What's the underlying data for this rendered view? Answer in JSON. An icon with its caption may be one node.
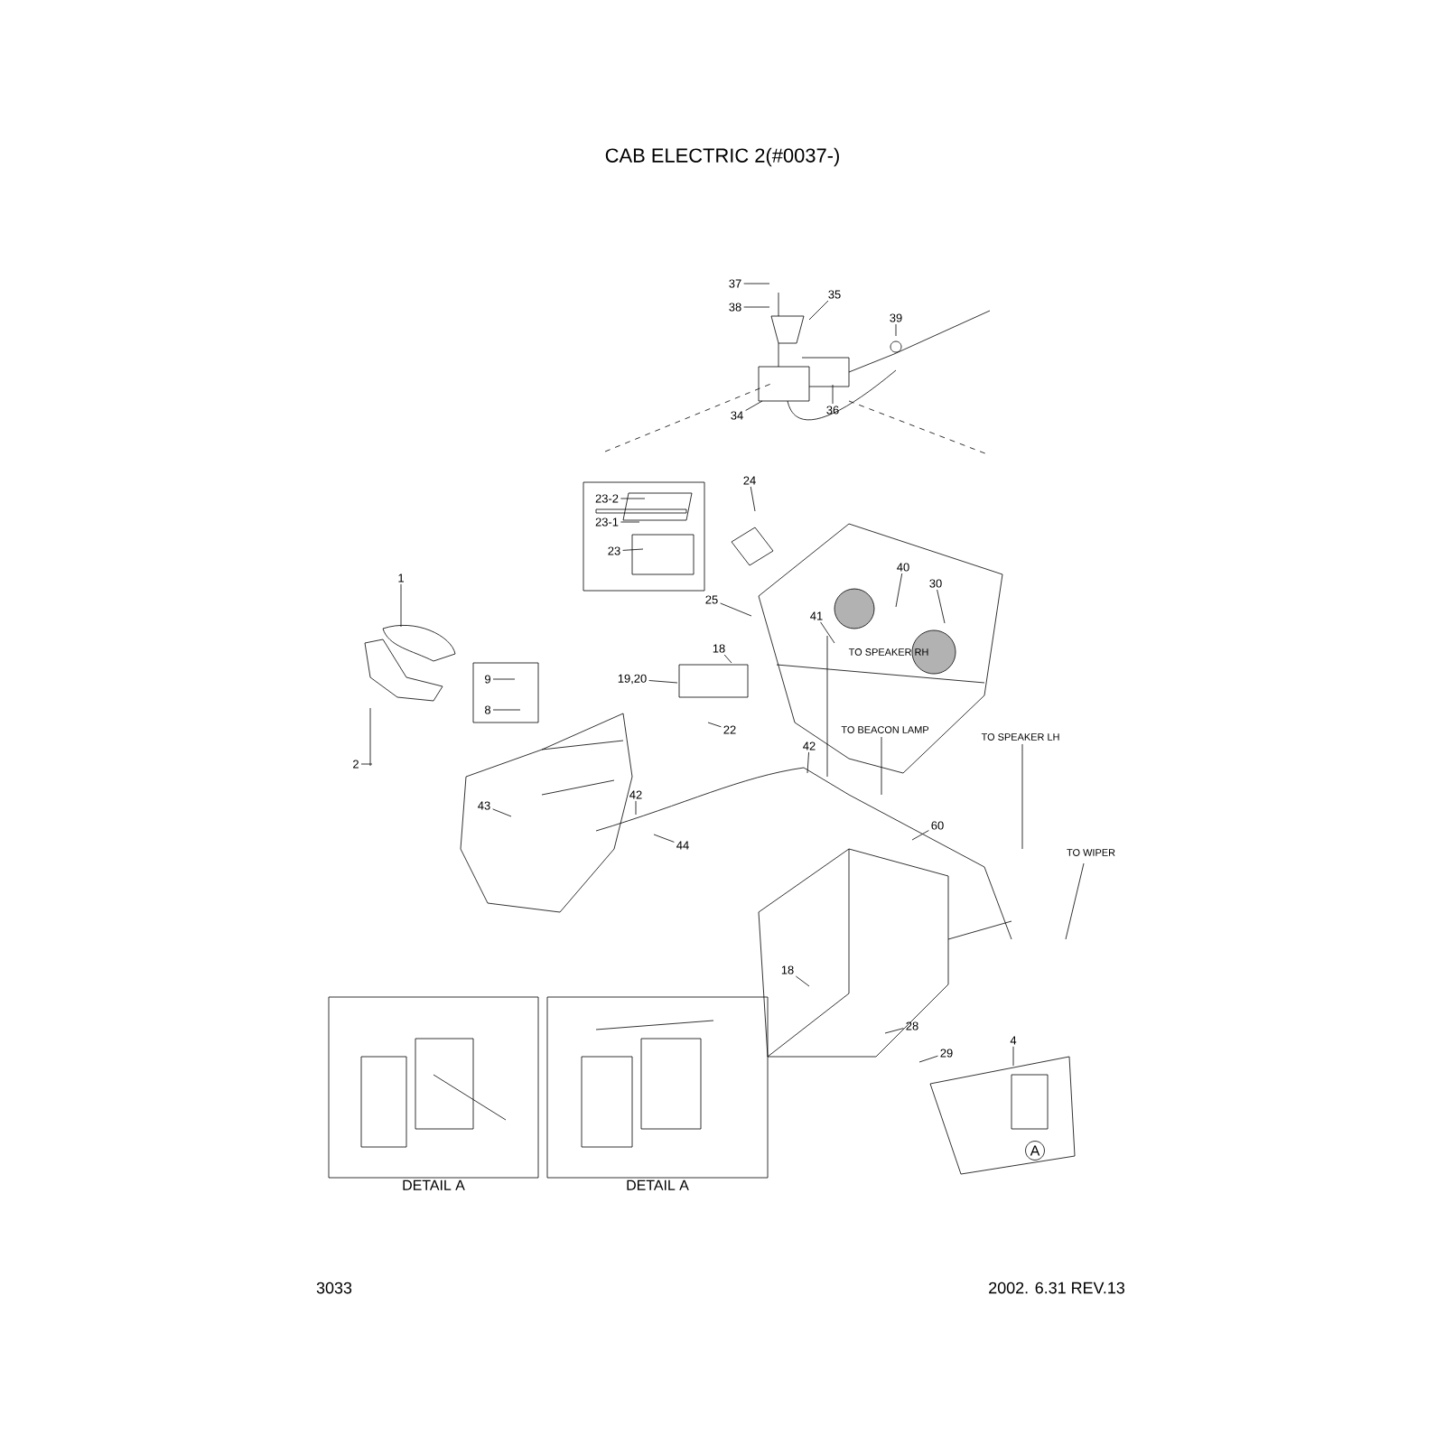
{
  "diagram": {
    "title": "CAB ELECTRIC 2(#0037-)",
    "nodes": [
      {
        "text": [],
        "shape": "box"
      },
      {
        "text": [
          "23-2"
        ],
        "in": 0
      },
      {
        "text": [
          "23-1"
        ],
        "in": 0
      },
      {
        "text": [
          "23"
        ],
        "in": 0
      },
      {
        "text": [
          "37"
        ]
      },
      {
        "text": [
          "38"
        ]
      },
      {
        "text": [
          "35"
        ]
      },
      {
        "text": [
          "39"
        ]
      },
      {
        "text": [
          "34"
        ]
      },
      {
        "text": [
          "36"
        ]
      },
      {
        "text": [
          "24"
        ]
      },
      {
        "text": [
          "40"
        ]
      },
      {
        "text": [
          "30"
        ]
      },
      {
        "text": [
          "1"
        ]
      },
      {
        "text": [
          "2"
        ]
      },
      {
        "text": [
          "9"
        ]
      },
      {
        "text": [
          "8"
        ]
      },
      {
        "text": [
          "19,20"
        ]
      },
      {
        "text": [
          "25"
        ]
      },
      {
        "text": [
          "18"
        ]
      },
      {
        "text": [
          "41"
        ]
      },
      {
        "text": [
          "22"
        ]
      },
      {
        "text": [
          "42"
        ]
      },
      {
        "text": [
          "42"
        ]
      },
      {
        "text": [
          "43"
        ]
      },
      {
        "text": [
          "44"
        ]
      },
      {
        "text": [
          "60"
        ]
      },
      {
        "text": [
          "18"
        ]
      },
      {
        "text": [
          "28"
        ]
      },
      {
        "text": [
          "29"
        ]
      },
      {
        "text": [
          "4"
        ]
      },
      {
        "text": [
          "A"
        ]
      },
      {
        "text": [
          "DETAIL A"
        ]
      },
      {
        "text": [
          "DETAIL A"
        ]
      }
    ],
    "edges": [
      {
        "from": 1,
        "to": null,
        "arrow": "none"
      },
      {
        "from": 2,
        "to": null,
        "arrow": "none"
      },
      {
        "from": 3,
        "to": null,
        "arrow": "none"
      },
      {
        "from": 4,
        "to": null,
        "arrow": "none"
      },
      {
        "from": 5,
        "to": null,
        "arrow": "none"
      },
      {
        "from": 6,
        "to": null,
        "arrow": "none"
      },
      {
        "from": 7,
        "to": null,
        "arrow": "none"
      },
      {
        "from": 8,
        "to": null,
        "arrow": "none"
      },
      {
        "from": 9,
        "to": null,
        "arrow": "none"
      },
      {
        "from": 10,
        "to": null,
        "arrow": "none"
      },
      {
        "from": 11,
        "to": null,
        "arrow": "none"
      },
      {
        "from": 12,
        "to": null,
        "arrow": "none"
      },
      {
        "from": 13,
        "to": null,
        "arrow": "none"
      },
      {
        "from": 14,
        "to": null,
        "arrow": "none"
      },
      {
        "from": 15,
        "to": null,
        "arrow": "none"
      },
      {
        "from": 16,
        "to": null,
        "arrow": "none"
      },
      {
        "from": 17,
        "to": null,
        "arrow": "none"
      },
      {
        "from": 18,
        "to": null,
        "arrow": "none"
      },
      {
        "from": 19,
        "to": null,
        "arrow": "none"
      },
      {
        "from": 20,
        "to": null,
        "arrow": "none"
      },
      {
        "from": 21,
        "to": null,
        "arrow": "none"
      },
      {
        "from": 22,
        "to": null,
        "arrow": "none"
      },
      {
        "from": 23,
        "to": null,
        "arrow": "none"
      },
      {
        "from": 24,
        "to": null,
        "arrow": "none"
      },
      {
        "from": 25,
        "to": null,
        "arrow": "none"
      },
      {
        "from": 26,
        "to": null,
        "arrow": "none"
      },
      {
        "from": 27,
        "to": null,
        "arrow": "none"
      },
      {
        "from": 28,
        "to": null,
        "arrow": "none"
      },
      {
        "from": 29,
        "to": null,
        "arrow": "none"
      },
      {
        "from": 30,
        "to": null,
        "arrow": "none"
      }
    ],
    "labels": [
      "TO SPEAKER RH",
      "TO BEACON LAMP",
      "TO SPEAKER LH",
      "TO WIPER",
      "3033",
      "2002. 6.31 REV.13"
    ]
  }
}
